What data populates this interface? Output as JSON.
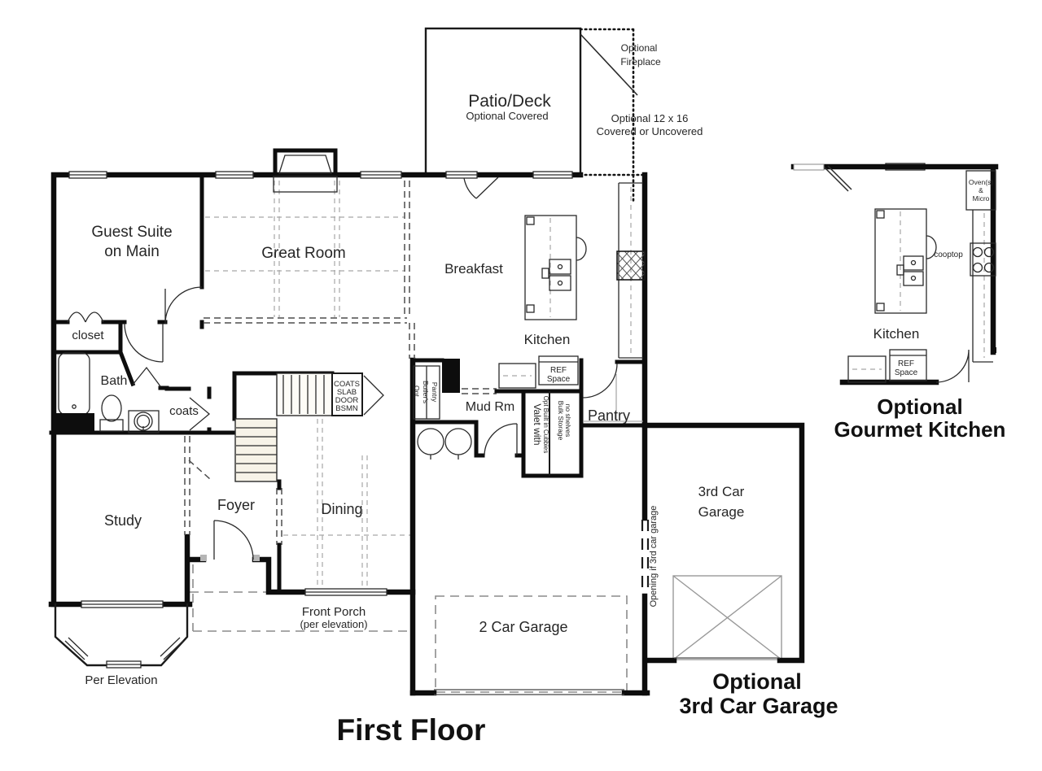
{
  "colors": {
    "wall": "#0d0d0d",
    "text": "#262626",
    "background": "#ffffff",
    "dash_gray": "#a6a6a6"
  },
  "labels": {
    "patio": [
      "Patio/Deck",
      "Optional Covered"
    ],
    "optional_fireplace": [
      "Optional",
      "Fireplace"
    ],
    "optional_12x16": [
      "Optional 12 x 16",
      "Covered or Uncovered"
    ],
    "guest_suite": [
      "Guest Suite",
      "on Main"
    ],
    "great_room": "Great Room",
    "breakfast": "Breakfast",
    "kitchen": "Kitchen",
    "closet": "closet",
    "bath": "Bath",
    "coats": "coats",
    "study": "Study",
    "foyer": "Foyer",
    "dining": "Dining",
    "mud_rm": "Mud Rm",
    "pantry": "Pantry",
    "stair_closet": [
      "COATS",
      "SLAB",
      "DOOR",
      "BSMN"
    ],
    "opt_butlers_pantry": [
      "Opt.",
      "Butler's",
      "Pantry"
    ],
    "valet": [
      "Valet with",
      "Opt Built in Cubbies"
    ],
    "bulk_storage": [
      "Bulk Storage",
      "no shelves"
    ],
    "ref_space": [
      "REF",
      "Space"
    ],
    "front_porch": [
      "Front Porch",
      "(per elevation)"
    ],
    "per_elevation": "Per Elevation",
    "car_garage_2": "2 Car Garage",
    "car_garage_3": [
      "3rd Car",
      "Garage"
    ],
    "opening_3rd": "Opening if 3rd car garage",
    "optional_3rd_garage": [
      "Optional",
      "3rd Car Garage"
    ],
    "gourmet": {
      "ovens_micro": [
        "Oven(s)",
        "&",
        "Micro"
      ],
      "cooktop": "cooptop",
      "kitchen": "Kitchen",
      "ref_space": [
        "REF",
        "Space"
      ],
      "title": [
        "Optional",
        "Gourmet Kitchen"
      ]
    },
    "first_floor": "First Floor"
  }
}
